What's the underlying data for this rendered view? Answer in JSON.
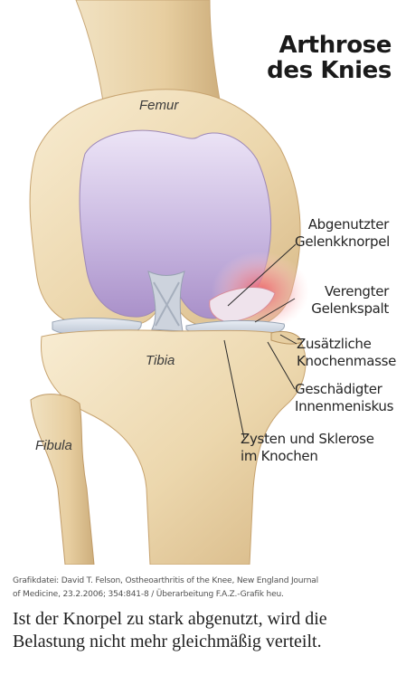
{
  "figure": {
    "title": [
      "Arthrose",
      "des Knies"
    ],
    "bones": {
      "femur": "Femur",
      "tibia": "Tibia",
      "fibula": "Fibula"
    },
    "annotations": [
      [
        "Abgenutzter",
        "Gelenkknorpel"
      ],
      [
        "Verengter",
        "Gelenkspalt"
      ],
      [
        "Zusätzliche",
        "Knochenmasse"
      ],
      [
        "Geschädigter",
        "Innenmeniskus"
      ],
      [
        "Zysten und Sklerose",
        "im Knochen"
      ]
    ]
  },
  "caption": [
    "Grafikdatei: David T. Felson, Ostheoarthritis of the Knee, New England Journal",
    "of Medicine, 23.2.2006; 354:841-8 / Überarbeitung F.A.Z.-Grafik heu."
  ],
  "summary": [
    "Ist der Knorpel zu stark abgenutzt, wird die",
    "Belastung nicht mehr gleichmäßig verteilt."
  ]
}
